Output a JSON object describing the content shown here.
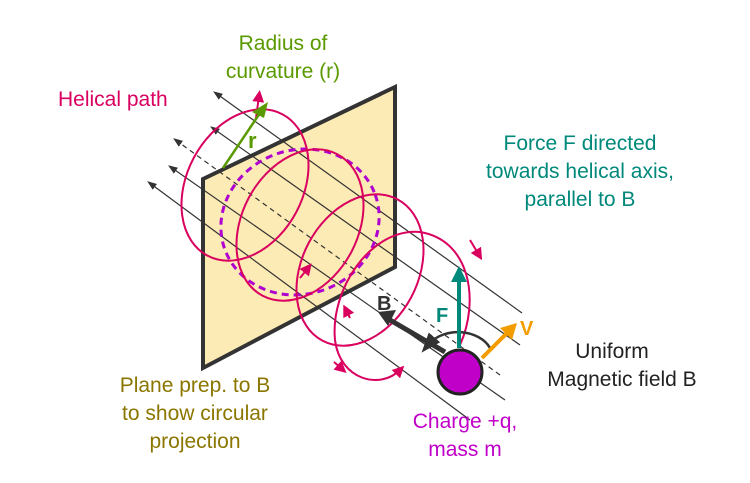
{
  "labels": {
    "radius_line1": "Radius of",
    "radius_line2": "curvature (r)",
    "helical_path": "Helical path",
    "force_line1": "Force F directed",
    "force_line2": "towards helical axis,",
    "force_line3": "parallel to B",
    "field_line1": "Uniform",
    "field_line2": "Magnetic field B",
    "plane_line1": "Plane prep. to B",
    "plane_line2": "to show circular",
    "plane_line3": "projection",
    "charge_line1": "Charge +q,",
    "charge_line2": "mass m",
    "r": "r",
    "B": "B",
    "F": "F",
    "V": "V"
  },
  "colors": {
    "radius": "#5a9a00",
    "helix": "#d9005f",
    "force": "#00897b",
    "velocity": "#f39c00",
    "charge": "#c000c8",
    "plane": "#fdebb5",
    "plane_text": "#8a7600",
    "dark": "#333333"
  }
}
